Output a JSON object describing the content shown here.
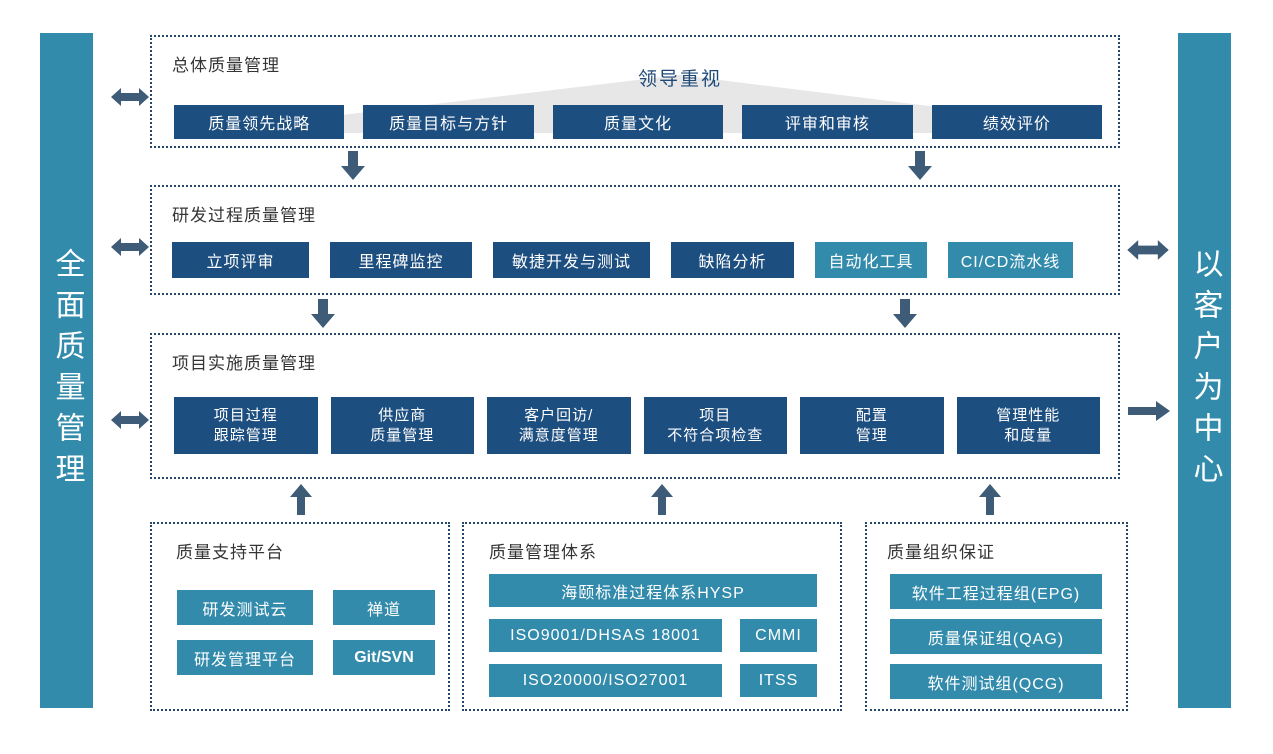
{
  "left_bar": {
    "text": "全面质量管理"
  },
  "right_bar": {
    "text": "以客户为中心"
  },
  "colors": {
    "navy_button": "#1d4e80",
    "teal_button": "#338bac",
    "arrow": "#3e5c77",
    "dotted_border": "#24476a",
    "banner_triangle": "#e7e7e7",
    "banner_text": "#1f4a78"
  },
  "icons": {
    "double_arrow": "double-arrow-icon",
    "down_arrow": "down-arrow-icon",
    "up_arrow": "up-arrow-icon",
    "right_arrow": "right-arrow-icon"
  },
  "sections": {
    "overall": {
      "title": "总体质量管理",
      "banner": "领导重视",
      "buttons": [
        "质量领先战略",
        "质量目标与方针",
        "质量文化",
        "评审和审核",
        "绩效评价"
      ]
    },
    "rnd": {
      "title": "研发过程质量管理",
      "buttons": [
        "立项评审",
        "里程碑监控",
        "敏捷开发与测试",
        "缺陷分析",
        "自动化工具",
        "CI/CD流水线"
      ]
    },
    "project": {
      "title": "项目实施质量管理",
      "buttons": [
        {
          "line1": "项目过程",
          "line2": "跟踪管理"
        },
        {
          "line1": "供应商",
          "line2": "质量管理"
        },
        {
          "line1": "客户回访/",
          "line2": "满意度管理"
        },
        {
          "line1": "项目",
          "line2": "不符合项检查"
        },
        {
          "line1": "配置",
          "line2": "管理"
        },
        {
          "line1": "管理性能",
          "line2": "和度量"
        }
      ]
    },
    "platform": {
      "title": "质量支持平台",
      "buttons": [
        "研发测试云",
        "禅道",
        "研发管理平台",
        "Git/SVN"
      ]
    },
    "system": {
      "title": "质量管理体系",
      "wide_button": "海颐标准过程体系HYSP",
      "buttons": [
        "ISO9001/DHSAS 18001",
        "CMMI",
        "ISO20000/ISO27001",
        "ITSS"
      ]
    },
    "org": {
      "title": "质量组织保证",
      "buttons": [
        "软件工程过程组(EPG)",
        "质量保证组(QAG)",
        "软件测试组(QCG)"
      ]
    }
  }
}
